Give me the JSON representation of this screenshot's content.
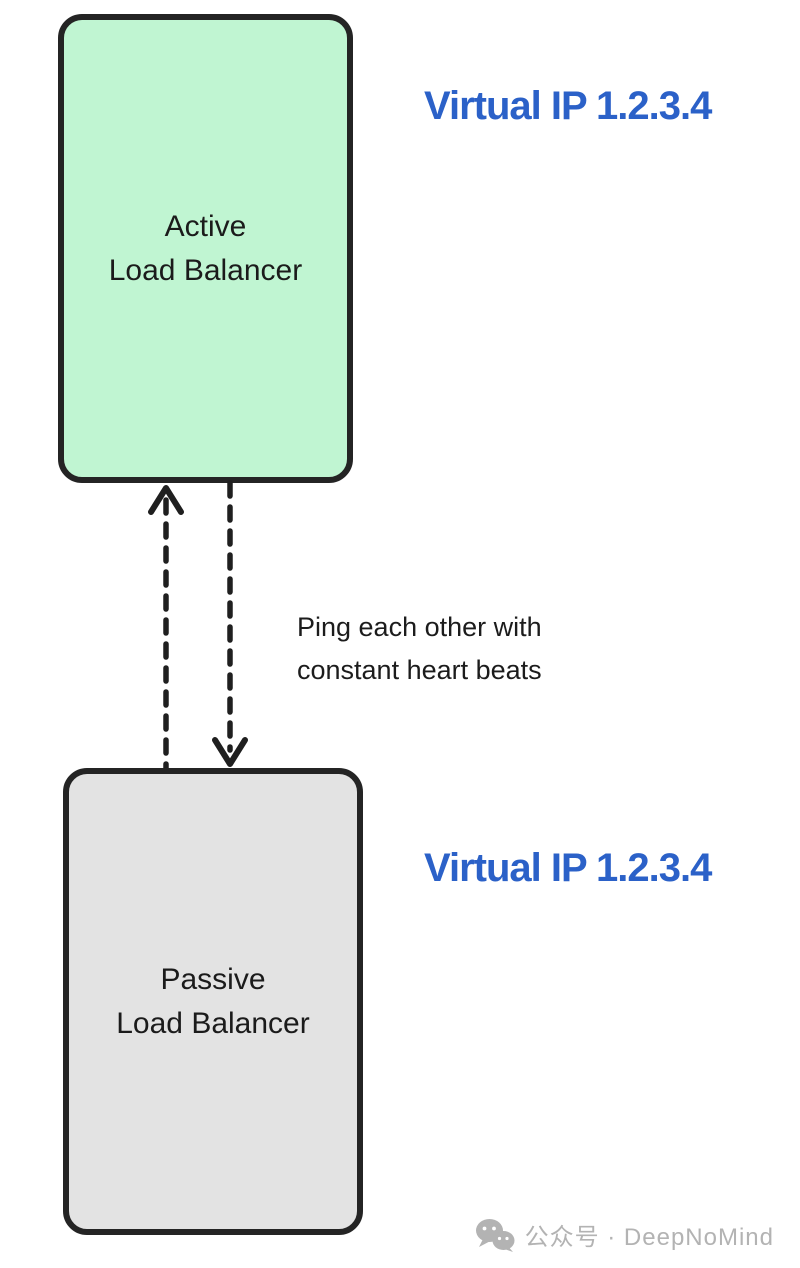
{
  "diagram": {
    "nodes": {
      "active": {
        "lines": [
          "Active",
          "Load Balancer"
        ]
      },
      "passive": {
        "lines": [
          "Passive",
          "Load Balancer"
        ]
      }
    },
    "annotations": {
      "virtual_ip_top": "Virtual IP 1.2.3.4",
      "virtual_ip_bottom": "Virtual IP 1.2.3.4",
      "heartbeat_line1": "Ping each other with",
      "heartbeat_line2": "constant heart beats"
    },
    "edges": [
      {
        "from": "passive",
        "to": "active",
        "style": "dashed",
        "direction": "up"
      },
      {
        "from": "active",
        "to": "passive",
        "style": "dashed",
        "direction": "down"
      }
    ],
    "watermark": {
      "icon": "wechat-icon",
      "text": "公众号 · DeepNoMind"
    },
    "colors": {
      "virtual_ip_blue": "#2b61c8",
      "node_border": "#242424",
      "active_fill": "#c0f5d2",
      "passive_fill": "#e3e3e3",
      "arrow_stroke": "#1f1f1f",
      "watermark_gray": "#b3b3b3"
    }
  }
}
